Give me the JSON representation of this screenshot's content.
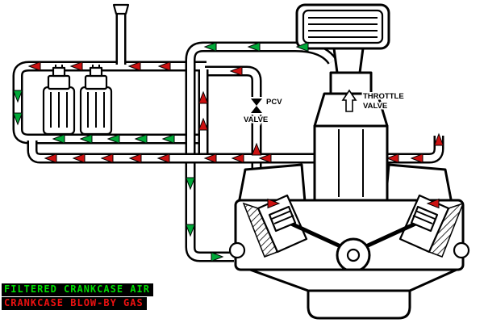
{
  "labels": {
    "pcv_name": "PCV",
    "pcv_valve": "VALVE",
    "throttle_name": "THROTTLE",
    "throttle_valve": "VALVE"
  },
  "legend": {
    "background": "#000000",
    "items": [
      {
        "label": "FILTERED CRANKCASE AIR",
        "color": "#00dd00"
      },
      {
        "label": "CRANKCASE BLOW-BY GAS",
        "color": "#ee1111"
      }
    ]
  },
  "colors": {
    "outline": "#000000",
    "background": "#ffffff",
    "red_arrow": "#cc1111",
    "green_arrow": "#00a838"
  },
  "arrows": {
    "red": [
      [
        205,
        82,
        180
      ],
      [
        168,
        82,
        180
      ],
      [
        96,
        82,
        180
      ],
      [
        44,
        82,
        180
      ],
      [
        252,
        122,
        -90
      ],
      [
        252,
        155,
        -90
      ],
      [
        318,
        186,
        -90
      ],
      [
        294,
        88,
        180
      ],
      [
        544,
        174,
        -90
      ],
      [
        518,
        196,
        180
      ],
      [
        488,
        196,
        180
      ],
      [
        330,
        196,
        180
      ],
      [
        296,
        196,
        180
      ],
      [
        262,
        196,
        180
      ],
      [
        204,
        196,
        180
      ],
      [
        169,
        196,
        180
      ],
      [
        134,
        196,
        180
      ],
      [
        99,
        196,
        180
      ],
      [
        64,
        196,
        180
      ],
      [
        338,
        252,
        0
      ],
      [
        538,
        252,
        180
      ]
    ],
    "green": [
      [
        22,
        118,
        90
      ],
      [
        22,
        146,
        90
      ],
      [
        74,
        172,
        180
      ],
      [
        108,
        172,
        180
      ],
      [
        142,
        172,
        180
      ],
      [
        176,
        172,
        180
      ],
      [
        210,
        172,
        180
      ],
      [
        376,
        58,
        180
      ],
      [
        316,
        58,
        180
      ],
      [
        262,
        58,
        180
      ],
      [
        236,
        226,
        90
      ],
      [
        236,
        284,
        90
      ],
      [
        268,
        318,
        0
      ]
    ]
  }
}
